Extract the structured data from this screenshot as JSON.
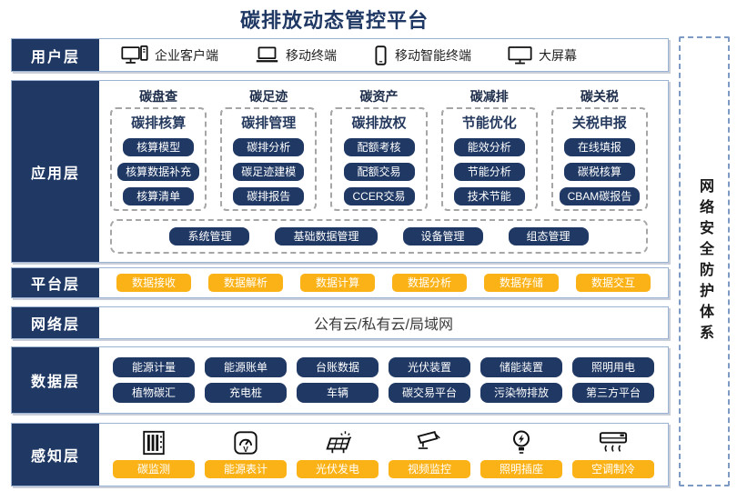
{
  "title": "碳排放动态管控平台",
  "colors": {
    "navy": "#1F3864",
    "amber": "#FBB216",
    "section_border": "#9DB3D2"
  },
  "security_sidebar": {
    "label": "网络安全防护体系"
  },
  "layers": {
    "user": {
      "label": "用户层",
      "items": [
        {
          "icon": "desktop-pc-icon",
          "label": "企业客户端"
        },
        {
          "icon": "laptop-icon",
          "label": "移动终端"
        },
        {
          "icon": "smartphone-icon",
          "label": "移动智能终端"
        },
        {
          "icon": "big-screen-icon",
          "label": "大屏幕"
        }
      ]
    },
    "application": {
      "label": "应用层",
      "columns": [
        {
          "header": "碳盘查",
          "subheader": "碳排核算",
          "items": [
            "核算模型",
            "核算数据补充",
            "核算清单"
          ]
        },
        {
          "header": "碳足迹",
          "subheader": "碳排管理",
          "items": [
            "碳排分析",
            "碳足迹建模",
            "碳排报告"
          ]
        },
        {
          "header": "碳资产",
          "subheader": "碳排放权",
          "items": [
            "配额考核",
            "配额交易",
            "CCER交易"
          ]
        },
        {
          "header": "碳减排",
          "subheader": "节能优化",
          "items": [
            "能效分析",
            "节能分析",
            "技术节能"
          ]
        },
        {
          "header": "碳关税",
          "subheader": "关税申报",
          "items": [
            "在线填报",
            "碳税核算",
            "CBAM碳报告"
          ]
        }
      ],
      "management_items": [
        "系统管理",
        "基础数据管理",
        "设备管理",
        "组态管理"
      ]
    },
    "platform": {
      "label": "平台层",
      "items": [
        "数据接收",
        "数据解析",
        "数据计算",
        "数据分析",
        "数据存储",
        "数据交互"
      ]
    },
    "network": {
      "label": "网络层",
      "content": "公有云/私有云/局域网"
    },
    "data": {
      "label": "数据层",
      "rows": [
        [
          "能源计量",
          "能源账单",
          "台账数据",
          "光伏装置",
          "储能装置",
          "照明用电"
        ],
        [
          "植物碳汇",
          "充电桩",
          "车辆",
          "碳交易平台",
          "污染物排放",
          "第三方平台"
        ]
      ]
    },
    "perception": {
      "label": "感知层",
      "items": [
        {
          "icon": "carbon-monitor-icon",
          "label": "碳监测"
        },
        {
          "icon": "energy-meter-icon",
          "label": "能源表计"
        },
        {
          "icon": "solar-panel-icon",
          "label": "光伏发电"
        },
        {
          "icon": "cctv-camera-icon",
          "label": "视频监控"
        },
        {
          "icon": "lightbulb-icon",
          "label": "照明插座"
        },
        {
          "icon": "ac-unit-icon",
          "label": "空调制冷"
        }
      ]
    }
  }
}
